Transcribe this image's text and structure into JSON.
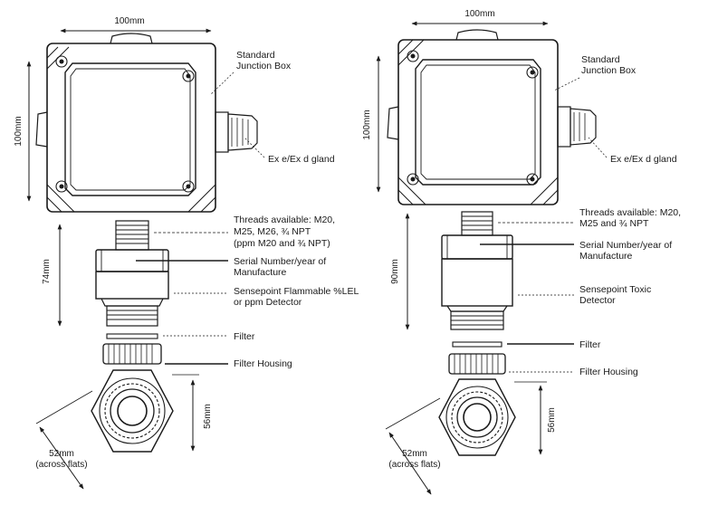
{
  "left": {
    "dim_width": "100mm",
    "dim_height": "100mm",
    "dim_detector": "74mm",
    "dim_housing": "56mm",
    "dim_flats": "52mm",
    "dim_flats_note": "(across flats)",
    "label_box_1": "Standard",
    "label_box_2": "Junction Box",
    "label_gland": "Ex e/Ex d gland",
    "label_threads_1": "Threads available: M20,",
    "label_threads_2": "M25, M26, ¾ NPT",
    "label_threads_3": "(ppm M20 and ¾ NPT)",
    "label_serial_1": "Serial Number/year of",
    "label_serial_2": "Manufacture",
    "label_detector_1": "Sensepoint Flammable %LEL",
    "label_detector_2": "or ppm Detector",
    "label_filter": "Filter",
    "label_filter_housing": "Filter Housing"
  },
  "right": {
    "dim_width": "100mm",
    "dim_height": "100mm",
    "dim_detector": "90mm",
    "dim_housing": "56mm",
    "dim_flats": "52mm",
    "dim_flats_note": "(across flats)",
    "label_box_1": "Standard",
    "label_box_2": "Junction Box",
    "label_gland": "Ex e/Ex d gland",
    "label_threads_1": "Threads available: M20,",
    "label_threads_2": "M25 and ¾ NPT",
    "label_serial_1": "Serial Number/year of",
    "label_serial_2": "Manufacture",
    "label_detector_1": "Sensepoint Toxic",
    "label_detector_2": "Detector",
    "label_filter": "Filter",
    "label_filter_housing": "Filter Housing"
  }
}
